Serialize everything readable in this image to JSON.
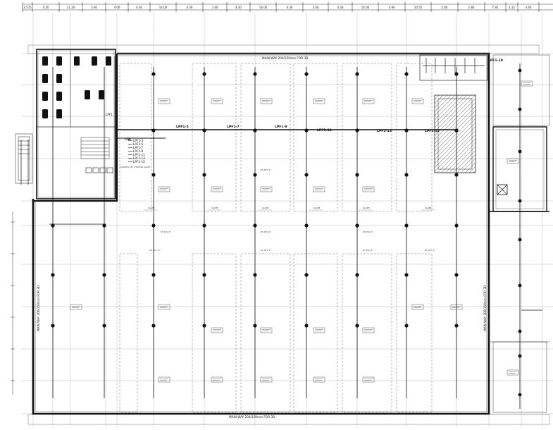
{
  "dimensions_top": [
    "2.575",
    "4.20",
    "11.20",
    "3.60",
    "4.00",
    "4.30",
    "14.00",
    "4.30",
    "3.40",
    "4.30",
    "14.00",
    "4.30",
    "3.40",
    "4.30",
    "14.00",
    "3.90",
    "10.55",
    "5.00",
    "2.80",
    "7.95",
    "1.15",
    "3.40"
  ],
  "pipe_labels": [
    "LPF1-5",
    "LPF1-7",
    "LPF1-9",
    "LPF1-11",
    "LPF1-13",
    "LPF1-15",
    "LPF1-19"
  ],
  "riser_list": [
    "LPF1-3",
    "LPF1-5",
    "LPF1-7",
    "LPF1-9",
    "LPF1-11",
    "LPF1-13",
    "LPF1-15"
  ],
  "riser_header": "T/W",
  "riser_note": "CONTROL BY STATION VALVE",
  "labels": {
    "top_main": "MAIN WAY 200/150mm  FOR 3D",
    "bottom_main": "MAIN WAY 200/150mm  FOR 3D",
    "left_main": "MAIN WAY 200/150mm  FOR 3D",
    "right_main": "MAIN WAY 200/150mm  FOR 3D",
    "slope": "SLOPE",
    "pvc": "65 PVC 4\"",
    "riser_left": "LPF1"
  }
}
